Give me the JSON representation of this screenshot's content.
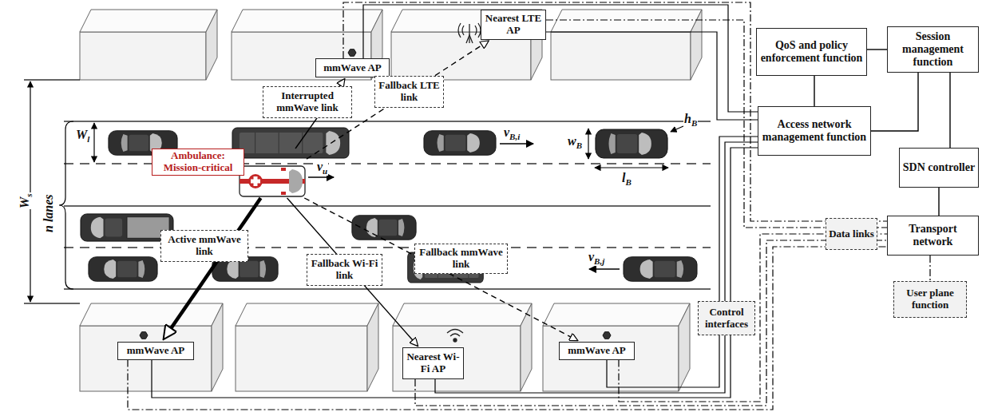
{
  "diagram": {
    "nodes": [
      {
        "text": [
          "Nearest LTE AP"
        ]
      },
      {
        "text": [
          "mmWave AP"
        ]
      },
      {
        "text": [
          "Interrupted mmWave link"
        ]
      },
      {
        "text": [
          "Fallback LTE link"
        ]
      },
      {
        "text": [
          "Ambulance: Mission-critical"
        ]
      },
      {
        "text": [
          "Active mmWave link"
        ]
      },
      {
        "text": [
          "Fallback Wi-Fi link"
        ]
      },
      {
        "text": [
          "Fallback mmWave link"
        ]
      },
      {
        "text": [
          "mmWave AP"
        ]
      },
      {
        "text": [
          "Nearest Wi-Fi AP"
        ]
      },
      {
        "text": [
          "mmWave AP"
        ]
      },
      {
        "text": [
          "QoS and policy enforcement function"
        ]
      },
      {
        "text": [
          "Session management function"
        ]
      },
      {
        "text": [
          "Access network management function"
        ]
      },
      {
        "text": [
          "SDN controller"
        ]
      },
      {
        "text": [
          "Transport network"
        ]
      },
      {
        "text": [
          "Data links"
        ]
      },
      {
        "text": [
          "Control interfaces"
        ]
      },
      {
        "text": [
          "User plane function"
        ]
      }
    ],
    "edges": [
      {
        "from": 4,
        "to": 1,
        "arrow": "to"
      },
      {
        "from": 4,
        "to": 0,
        "arrow": "to"
      },
      {
        "from": 4,
        "to": 8,
        "arrow": "to"
      },
      {
        "from": 4,
        "to": 9,
        "arrow": "to"
      },
      {
        "from": 4,
        "to": 10,
        "arrow": "to"
      },
      {
        "from": 1,
        "to": 13,
        "arrow": "none"
      },
      {
        "from": 0,
        "to": 13,
        "arrow": "none"
      },
      {
        "from": 1,
        "to": 15,
        "arrow": "none"
      },
      {
        "from": 0,
        "to": 15,
        "arrow": "none"
      },
      {
        "from": 8,
        "to": 13,
        "arrow": "none"
      },
      {
        "from": 9,
        "to": 13,
        "arrow": "none"
      },
      {
        "from": 10,
        "to": 13,
        "arrow": "none"
      },
      {
        "from": 8,
        "to": 15,
        "arrow": "none"
      },
      {
        "from": 9,
        "to": 15,
        "arrow": "none"
      },
      {
        "from": 10,
        "to": 15,
        "arrow": "none"
      },
      {
        "from": 11,
        "to": 12,
        "arrow": "none"
      },
      {
        "from": 11,
        "to": 13,
        "arrow": "none"
      },
      {
        "from": 12,
        "to": 13,
        "arrow": "none"
      },
      {
        "from": 12,
        "to": 14,
        "arrow": "none"
      },
      {
        "from": 14,
        "to": 15,
        "arrow": "none"
      },
      {
        "from": 15,
        "to": 18,
        "arrow": "none"
      }
    ],
    "labels": [
      "W",
      "s",
      "n lanes",
      "W",
      "l",
      "v",
      "B,i",
      "w",
      "B",
      "h",
      "B",
      "l",
      "B",
      "v",
      "u",
      "v",
      "B,j"
    ]
  }
}
